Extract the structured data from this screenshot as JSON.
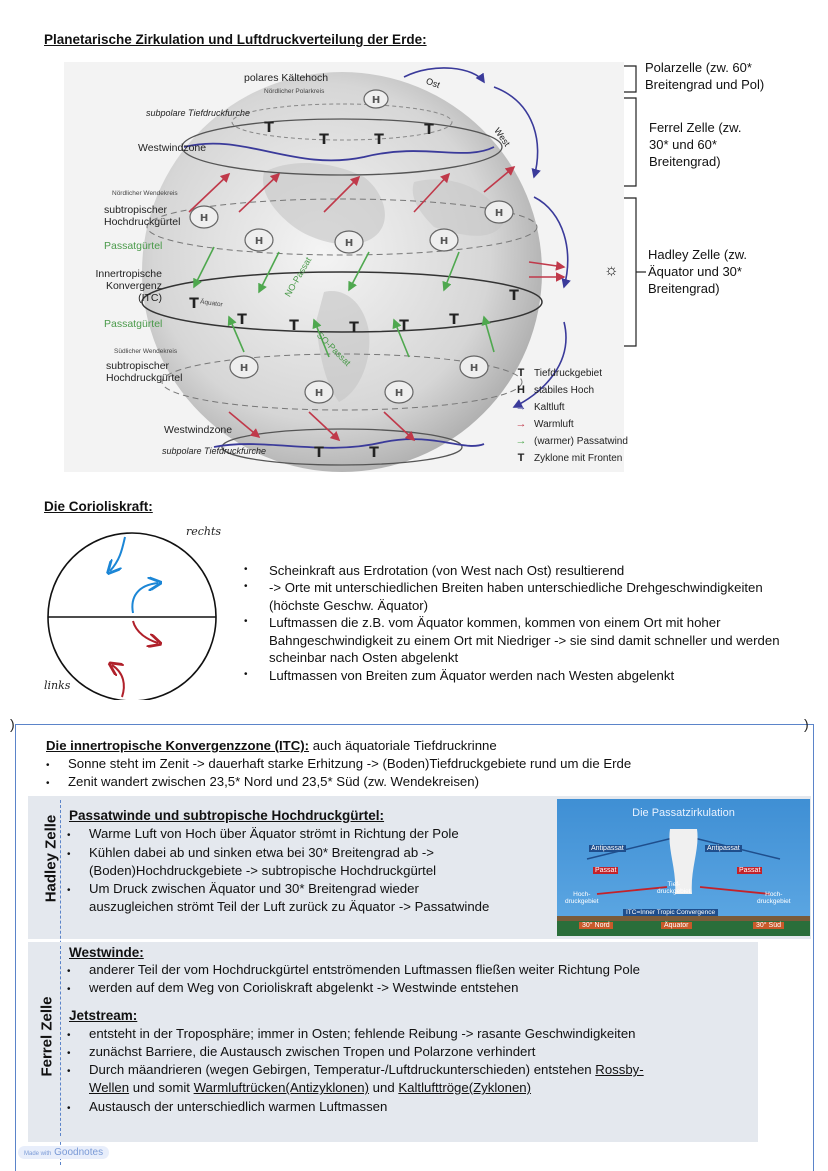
{
  "section1": {
    "title": "Planetarische Zirkulation und Luftdruckverteilung der Erde:",
    "figure_labels": {
      "polar_high": "polares Kältehoch",
      "north_polar_circle": "Nördlicher Polarkreis",
      "subpolar_trough_n": "subpolare Tiefdruckfurche",
      "westwind_n": "Westwindzone",
      "north_tropic": "Nördlicher Wendekreis",
      "subtropic_high_n": "subtropischer\nHochdruckgürtel",
      "passat_n": "Passatgürtel",
      "itc": "Innertropische\nKonvergenz (ITC)",
      "passat_s": "Passatgürtel",
      "south_tropic": "Südlicher Wendekreis",
      "subtropic_high_s": "subtropischer\nHochdruckgürtel",
      "westwind_s": "Westwindzone",
      "subpolar_trough_s": "subpolare Tiefdruckfurche",
      "ost": "Ost",
      "west": "West",
      "no_passat": "NO-Passat",
      "so_passat": "SO-Passat",
      "aequator": "Äquator"
    },
    "legend": [
      {
        "symbol": "T",
        "label": "Tiefdruckgebiet"
      },
      {
        "symbol": "H",
        "label": "stabiles Hoch"
      },
      {
        "symbol": "→",
        "label": "Kaltluft",
        "color": "#3a3a9a"
      },
      {
        "symbol": "→",
        "label": "Warmluft",
        "color": "#c0394a"
      },
      {
        "symbol": "→",
        "label": "(warmer) Passatwind",
        "color": "#4fa84f"
      },
      {
        "symbol": "T",
        "label": "Zyklone mit Fronten"
      }
    ],
    "cells": {
      "polar": "Polarzelle (zw. 60*\nBreitengrad und Pol)",
      "ferrel": "Ferrel Zelle (zw.\n30* und 60*\nBreitengrad)",
      "hadley": "Hadley Zelle (zw.\nÄquator und 30*\nBreitengrad)"
    }
  },
  "section2": {
    "title": "Die Corioliskraft:",
    "label_right": "rechts",
    "label_left": "links",
    "bullets": [
      "Scheinkraft aus Erdrotation (von West nach Ost) resultierend",
      "-> Orte mit unterschiedlichen Breiten haben unterschiedliche Drehgeschwindigkeiten (höchste Geschw. Äquator)",
      "Luftmassen die z.B. vom Äquator kommen, kommen von einem Ort mit hoher Bahngeschwindigkeit zu einem Ort mit Niedriger -> sie sind damit schneller und werden scheinbar nach Osten abgelenkt",
      "Luftmassen von Breiten zum Äquator werden nach Westen abgelenkt"
    ]
  },
  "section3": {
    "title": "Die innertropische Konvergenzzone (ITC):",
    "title_suffix": " auch äquatoriale Tiefdruckrinne",
    "bullets": [
      "Sonne steht im Zenit -> dauerhaft starke Erhitzung -> (Boden)Tiefdruckgebiete rund um die Erde",
      "Zenit wandert zwischen 23,5* Nord und 23,5* Süd (zw. Wendekreisen)"
    ],
    "hadley": {
      "side_label": "Hadley Zelle",
      "title": "Passatwinde und subtropische Hochdruckgürtel:",
      "bullets": [
        "Warme Luft von Hoch über Äquator strömt in Richtung der Pole",
        "Kühlen dabei ab und sinken etwa bei 30* Breitengrad ab ->",
        "(Boden)Hochdruckgebiete -> subtropische Hochdruckgürtel",
        "Um Druck zwischen Äquator und 30* Breitengrad wieder",
        "auszugleichen strömt Teil der Luft zurück zu Äquator -> Passatwinde"
      ],
      "diagram": {
        "title": "Die Passatzirkulation",
        "antipassat_l": "Antipassat",
        "antipassat_r": "Antipassat",
        "passat_l": "Passat",
        "passat_r": "Passat",
        "hoch_l": "Hoch-\ndruckgebiet",
        "tief": "Tief-\ndruckgebiet",
        "hoch_r": "Hoch-\ndruckgebiet",
        "itc": "ITC=Inner Tropic Convergence",
        "nord": "30° Nord",
        "aequator": "Äquator",
        "sued": "30° Süd"
      }
    },
    "ferrel": {
      "side_label": "Ferrel Zelle",
      "westwinde_title": "Westwinde:",
      "westwinde": [
        "anderer Teil der vom Hochdruckgürtel entströmenden Luftmassen fließen weiter Richtung Pole",
        "werden auf dem Weg von Corioliskraft abgelenkt -> Westwinde entstehen"
      ],
      "jet_title": "Jetstream:",
      "jet_1": "entsteht in der Troposphäre; immer in Osten; fehlende Reibung -> rasante Geschwindigkeiten",
      "jet_2": "zunächst Barriere, die Austausch zwischen Tropen und Polarzone verhindert",
      "jet_3a": "Durch mäandrieren (wegen Gebirgen, Temperatur-/Luftdruckunterschieden) entstehen ",
      "jet_3b": "Rossby-",
      "jet_3c": "Wellen",
      "jet_3d": " und somit ",
      "jet_3e": "Warmluftrücken(Antizyklonen)",
      "jet_3f": " und ",
      "jet_3g": "Kaltlufttröge(Zyklonen)",
      "jet_4": "Austausch der unterschiedlich warmen Luftmassen"
    }
  },
  "footer": {
    "made_with": "Made with",
    "brand": "Goodnotes"
  }
}
